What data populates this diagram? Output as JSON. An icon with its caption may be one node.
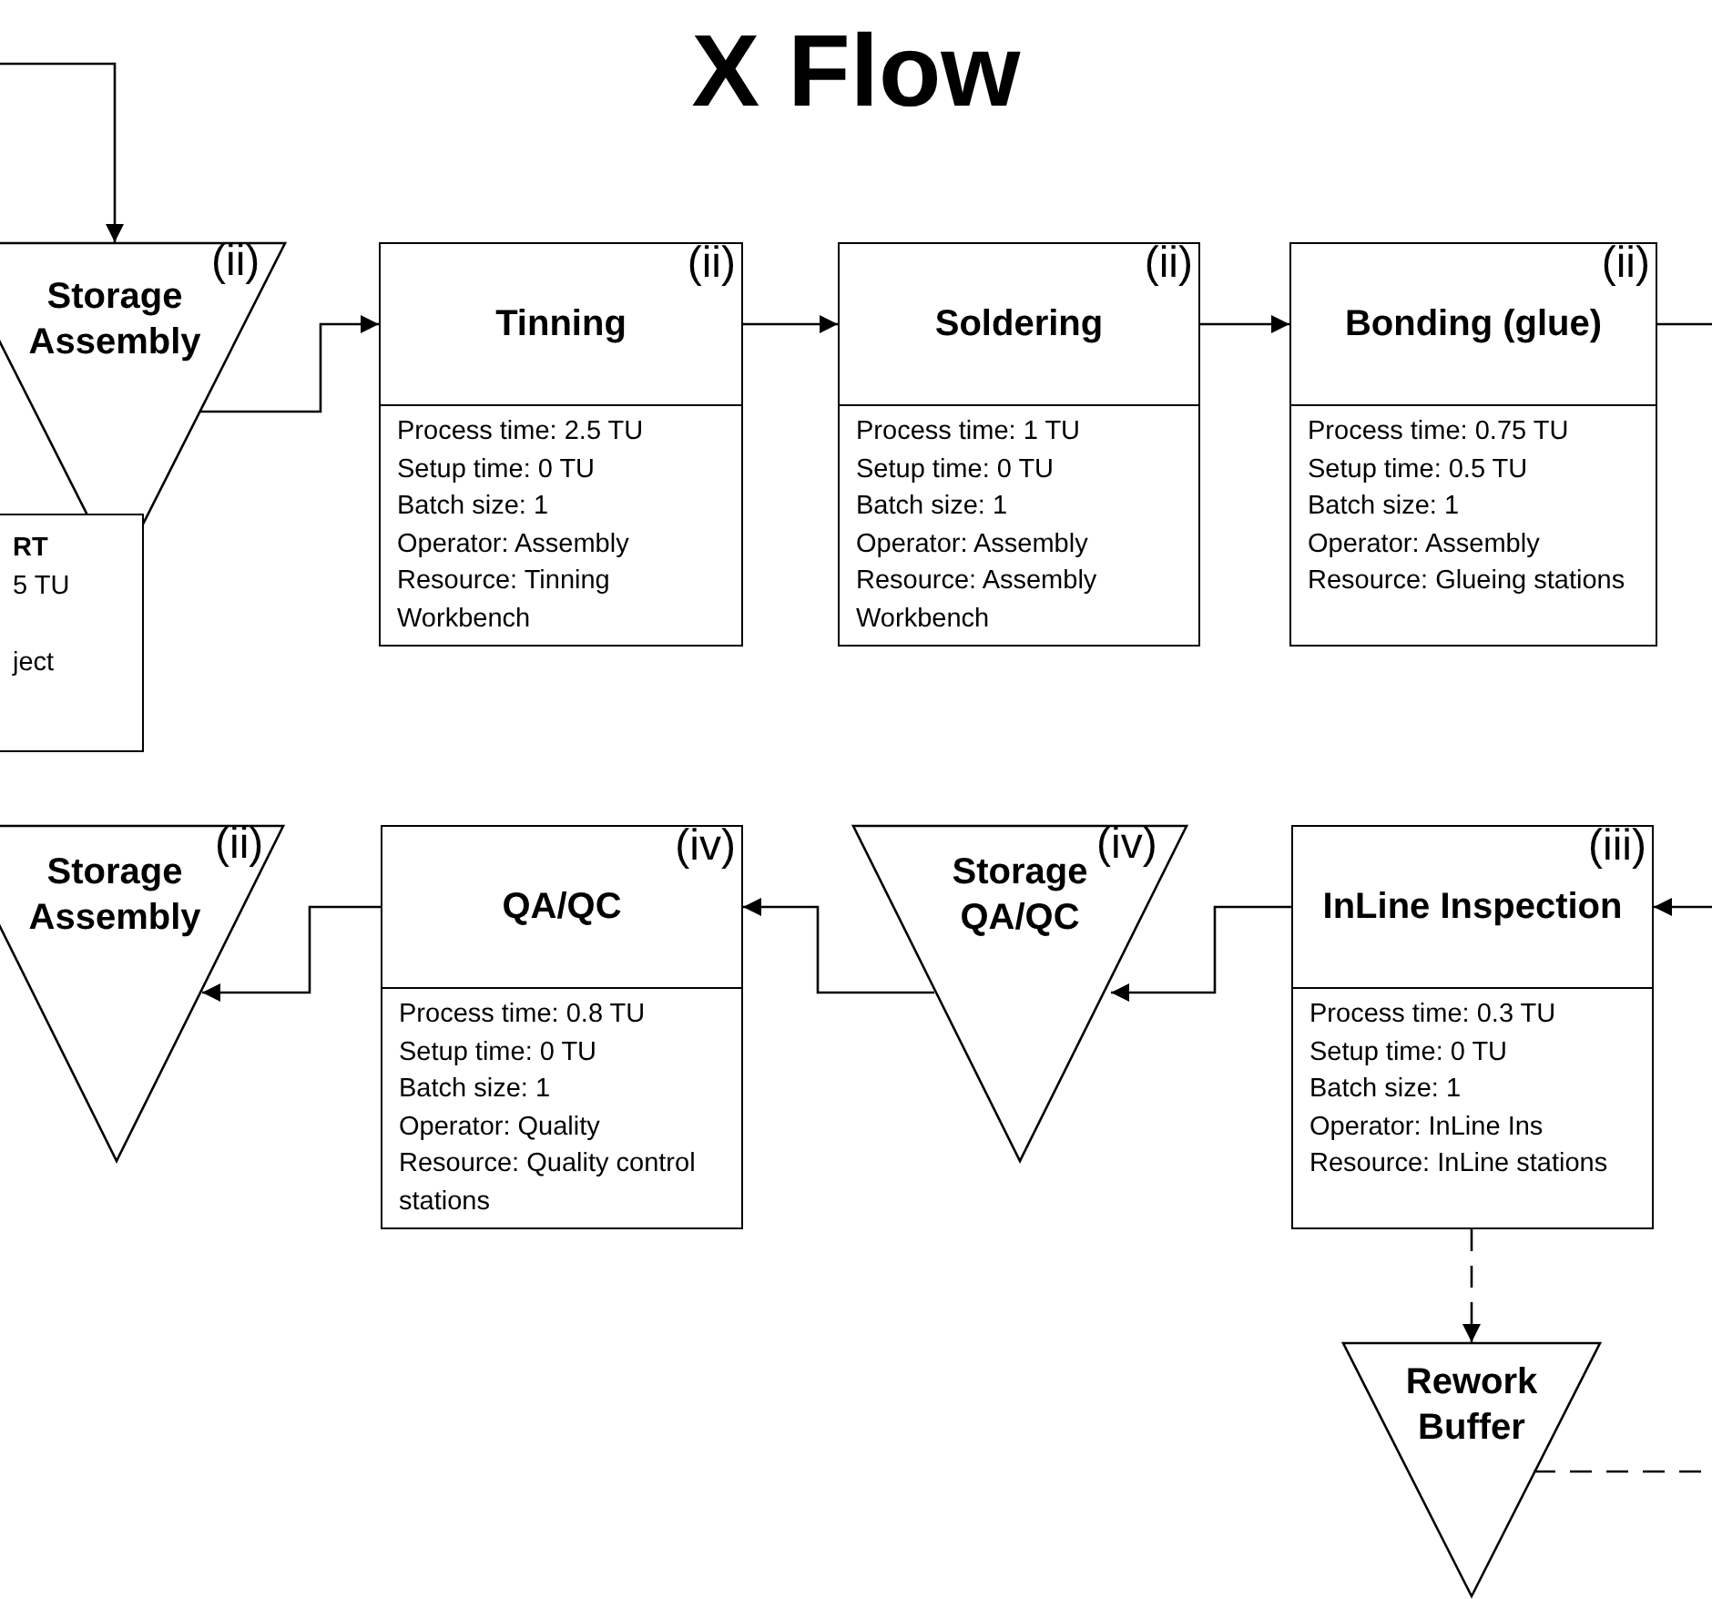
{
  "diagram": {
    "title": "X Flow",
    "nodes": [
      {
        "text": [
          "Storage Assembly",
          "(ii)"
        ]
      },
      {
        "text": [
          "RT",
          "5 TU",
          "ject"
        ]
      },
      {
        "text": [
          "Tinning",
          "(ii)",
          "Process time: 2.5 TU",
          "Setup time: 0 TU",
          "Batch size: 1",
          "Operator: Assembly",
          "Resource: Tinning Workbench"
        ]
      },
      {
        "text": [
          "Soldering",
          "(ii)",
          "Process time: 1 TU",
          "Setup time: 0 TU",
          "Batch size: 1",
          "Operator: Assembly",
          "Resource: Assembly Workbench"
        ]
      },
      {
        "text": [
          "Bonding (glue)",
          "(ii)",
          "Process time: 0.75 TU",
          "Setup time: 0.5 TU",
          "Batch size: 1",
          "Operator: Assembly",
          "Resource: Glueing stations"
        ]
      },
      {
        "text": [
          "Storage Assembly",
          "(ii)"
        ]
      },
      {
        "text": [
          "QA/QC",
          "(iv)",
          "Process time: 0.8 TU",
          "Setup time: 0 TU",
          "Batch size: 1",
          "Operator: Quality",
          "Resource: Quality control stations"
        ]
      },
      {
        "text": [
          "Storage QA/QC",
          "(iv)"
        ]
      },
      {
        "text": [
          "InLine Inspection",
          "(iii)",
          "Process time: 0.3 TU",
          "Setup time: 0 TU",
          "Batch size: 1",
          "Operator: InLine Ins",
          "Resource: InLine stations"
        ]
      },
      {
        "text": [
          "Rework Buffer"
        ]
      }
    ],
    "edges": [
      {
        "from": null,
        "to": 0,
        "arrow": "to"
      },
      {
        "from": 0,
        "to": 2,
        "arrow": "to"
      },
      {
        "from": 2,
        "to": 3,
        "arrow": "to"
      },
      {
        "from": 3,
        "to": 4,
        "arrow": "to"
      },
      {
        "from": 4,
        "to": null,
        "arrow": "none"
      },
      {
        "from": null,
        "to": 8,
        "arrow": "to"
      },
      {
        "from": 8,
        "to": 7,
        "arrow": "to"
      },
      {
        "from": 7,
        "to": 6,
        "arrow": "to"
      },
      {
        "from": 6,
        "to": 5,
        "arrow": "to"
      },
      {
        "from": 8,
        "to": 9,
        "arrow": "to",
        "style": "dashed"
      },
      {
        "from": 9,
        "to": null,
        "arrow": "none",
        "style": "dashed"
      }
    ]
  }
}
